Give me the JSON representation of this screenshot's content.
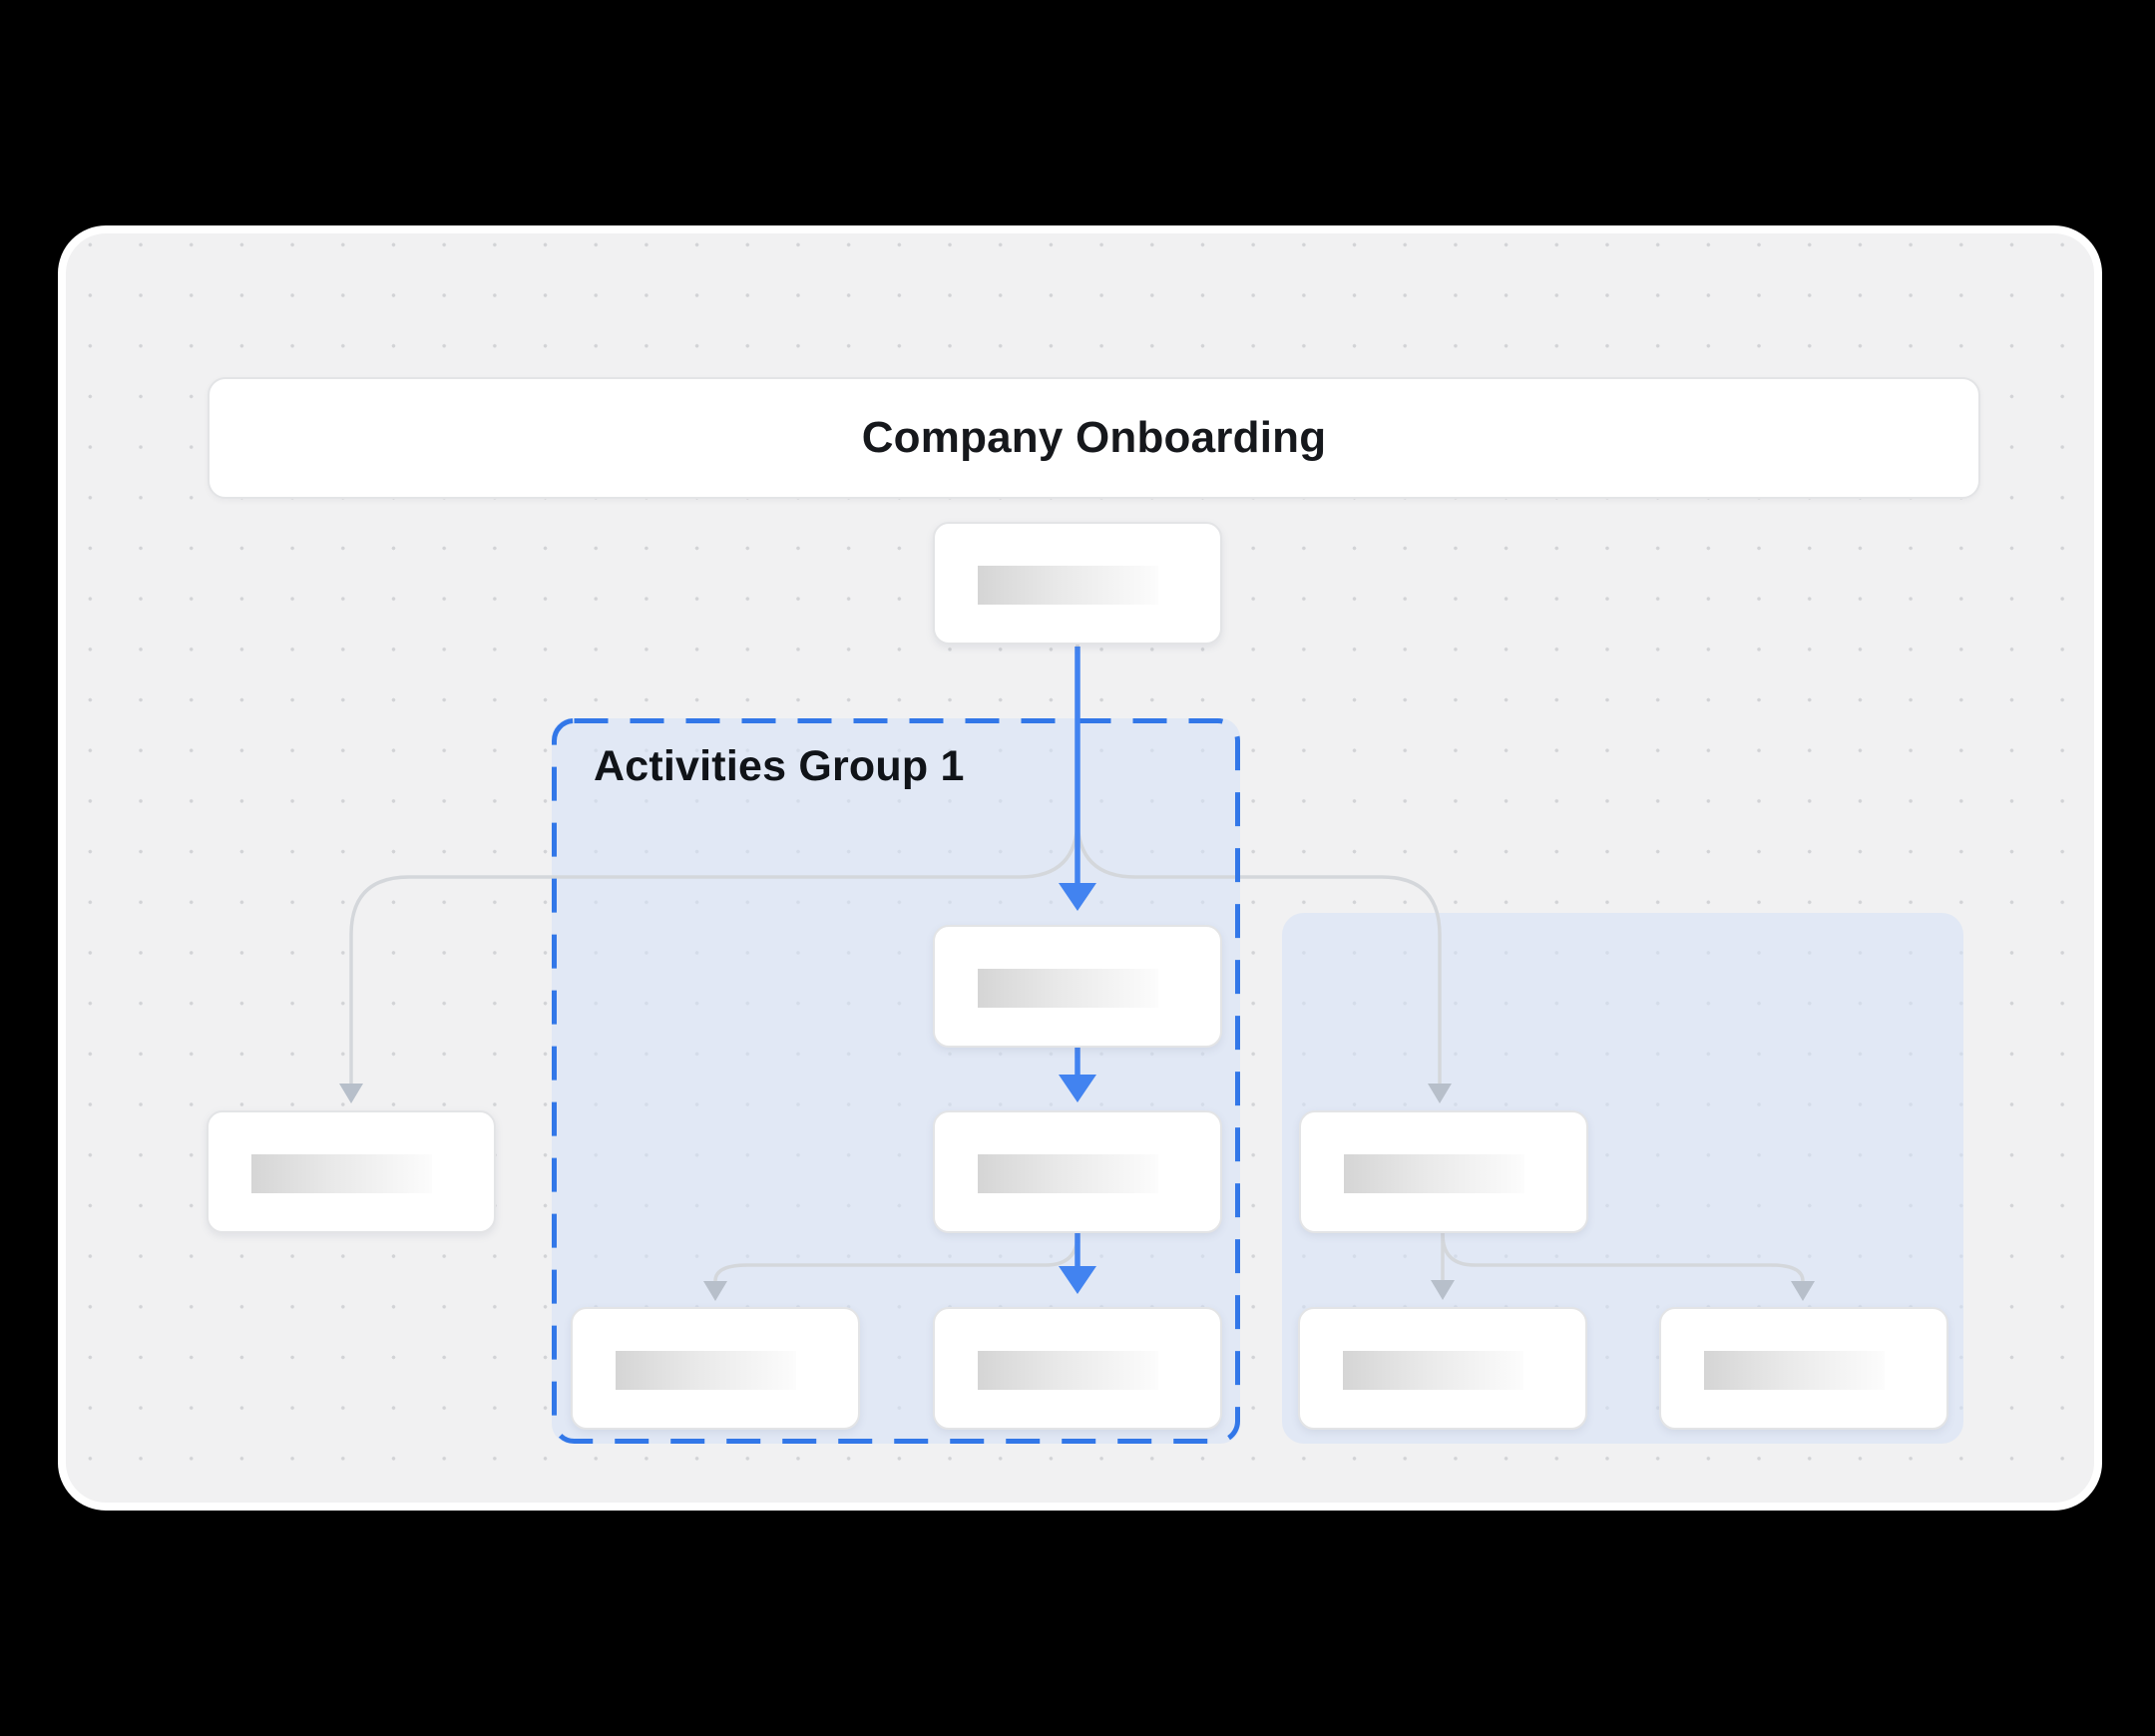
{
  "page": {
    "background": "#000000"
  },
  "canvas": {
    "background": "#f1f1f2",
    "dot_color": "#d2d3d6"
  },
  "title_bar": {
    "label": "Company Onboarding"
  },
  "groups": {
    "group1": {
      "label": "Activities Group 1",
      "border_style": "dashed",
      "border_color": "#3277e8",
      "fill": "rgba(213,226,247,0.58)"
    },
    "group2": {
      "label": "",
      "border_style": "none",
      "fill": "rgba(213,226,247,0.58)"
    }
  },
  "connectors": {
    "active_color": "#4283f0",
    "inactive_color": "#d4d7db",
    "inactive_arrow_color": "#b7bfca"
  },
  "nodes": {
    "count": 9,
    "label_text": "",
    "placeholder_gradient": [
      "#d5d5d5",
      "#fcfcfc"
    ]
  }
}
